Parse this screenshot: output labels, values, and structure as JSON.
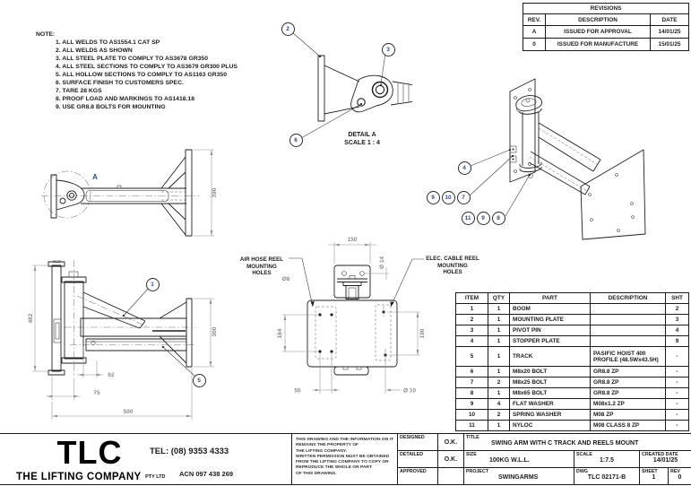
{
  "notes": {
    "title": "NOTE:",
    "items": [
      "1. ALL WELDS TO AS1554.1 CAT SP",
      "2. ALL WELDS AS SHOWN",
      "3. ALL STEEL PLATE TO COMPLY TO AS3678 GR350",
      "4. ALL STEEL SECTIONS TO COMPLY TO AS3679 GR300 PLUS",
      "5. ALL HOLLOW SECTIONS TO COMPLY TO AS1163 GR350",
      "6. SURFACE FINISH TO CUSTOMERS SPEC.",
      "7. TARE 28 KGS",
      "8. PROOF LOAD AND MARKINGS TO AS1418.18",
      "9. USE GR8.8 BOLTS FOR MOUNTING"
    ]
  },
  "revisions": {
    "title": "REVISIONS",
    "headers": [
      "REV.",
      "DESCRIPTION",
      "DATE"
    ],
    "rows": [
      [
        "A",
        "ISSUED FOR APPROVAL",
        "14/01/25"
      ],
      [
        "0",
        "ISSUED FOR MANUFACTURE",
        "15/01/25"
      ]
    ]
  },
  "detail_a": {
    "title": "DETAIL A",
    "scale": "SCALE 1 : 4"
  },
  "balloons": {
    "detail": [
      "2",
      "3",
      "6"
    ],
    "side": [
      "1",
      "5"
    ],
    "iso": [
      "4",
      "9",
      "10",
      "7",
      "11",
      "9",
      "8"
    ]
  },
  "dimensions": {
    "top_view": {
      "plate_height": "390",
      "detail_label": "A"
    },
    "side_view": {
      "height": "482",
      "plate_height": "300",
      "d62": "62",
      "d75": "75",
      "d500": "500"
    },
    "plate_view": {
      "width": "150",
      "hole14": "Ø 14",
      "hole8": "Ø8",
      "v164": "164",
      "v190": "190",
      "d50": "50",
      "hole10": "Ø 10"
    }
  },
  "callouts": {
    "air_hose": [
      "AIR HOSE REEL",
      "MOUNTING",
      "HOLES"
    ],
    "elec": [
      "ELEC. CABLE REEL",
      "MOUNTING",
      "HOLES"
    ]
  },
  "parts_list": {
    "headers": [
      "ITEM",
      "QTY",
      "PART",
      "DESCRIPTION",
      "SHT"
    ],
    "rows": [
      [
        "1",
        "1",
        "BOOM",
        "",
        "2"
      ],
      [
        "2",
        "1",
        "MOUNTING PLATE",
        "",
        "3"
      ],
      [
        "3",
        "1",
        "PIVOT PIN",
        "",
        "4"
      ],
      [
        "4",
        "1",
        "STOPPER PLATE",
        "",
        "9"
      ],
      [
        "5",
        "1",
        "TRACK",
        "PASIFIC HOIST 400 PROFILE (48.5Wx43.5H)",
        "-"
      ],
      [
        "6",
        "1",
        "M8x20 BOLT",
        "GR8.8 ZP",
        "-"
      ],
      [
        "7",
        "2",
        "M8x25 BOLT",
        "GR8.8 ZP",
        "-"
      ],
      [
        "8",
        "1",
        "M8x65 BOLT",
        "GR8.8 ZP",
        "-"
      ],
      [
        "9",
        "4",
        "FLAT WASHER",
        "M08x1.2 ZP",
        "-"
      ],
      [
        "10",
        "2",
        "SPRING WASHER",
        "M08 ZP",
        "-"
      ],
      [
        "11",
        "1",
        "NYLOC",
        "M08 CLASS 8 ZP",
        "-"
      ]
    ]
  },
  "title_block": {
    "company_abbr": "TLC",
    "company_name": "THE LIFTING COMPANY",
    "company_suffix": "PTY LTD",
    "tel": "TEL: (08) 9353 4333",
    "acn": "ACN 097 438 269",
    "copyright_lines": [
      "THIS DRAWING AND THE INFORMATION ON IT",
      "REMAINS THE PROPERTY OF",
      "THE LIFTING COMPANY.",
      "WRITTEN PERMISSION MUST BE OBTAINED",
      "FROM THE LIFTING COMPANY TO COPY OR",
      "REPRODUCE THE WHOLE OR PART",
      "OF THIS DRAWING."
    ],
    "designed_label": "DESIGNED",
    "designed_value": "O.K.",
    "detailed_label": "DETAILED",
    "detailed_value": "O.K.",
    "approved_label": "APPROVED",
    "approved_value": "",
    "title_label": "TITLE",
    "title_value": "SWING ARM WITH C TRACK AND REELS MOUNT",
    "size_label": "SIZE",
    "size_value": "100KG W.L.L.",
    "scale_label": "SCALE",
    "scale_value": "1:7.5",
    "created_label": "CREATED DATE",
    "created_value": "14/01/25",
    "project_label": "PROJECT",
    "project_value": "SWINGARMS",
    "dwg_label": "DWG",
    "dwg_value": "TLC 02171-B",
    "sheet_label": "SHEET",
    "sheet_value": "1",
    "rev_label": "REV",
    "rev_value": "0"
  },
  "colors": {
    "line": "#1f1f1f",
    "dimension": "#8a8a8a",
    "balloon_text": "#2d4a85",
    "background": "#ffffff"
  }
}
